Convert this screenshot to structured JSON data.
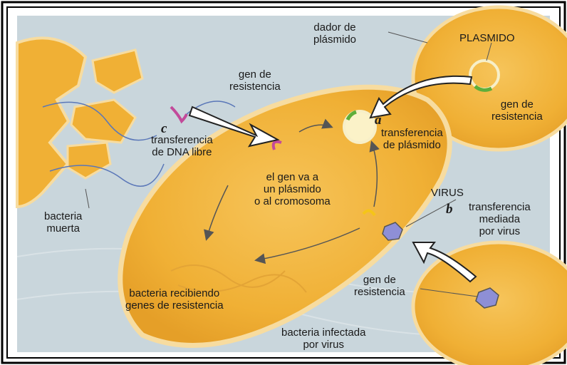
{
  "labels": {
    "dador_plasmido": "dador de\nplásmido",
    "plasmido": "PLASMIDO",
    "gen_resistencia_top": "gen de\nresistencia",
    "gen_resistencia_plasmid": "gen de\nresistencia",
    "letter_c": "c",
    "transferencia_dna": "transferencia\nde DNA libre",
    "letter_a": "a",
    "transferencia_plasmido": "transferencia\nde plásmido",
    "gen_va": "el gen va a\nun plásmido\no al cromosoma",
    "virus": "VIRUS",
    "letter_b": "b",
    "transferencia_virus": "transferencia\nmediada\npor virus",
    "bacteria_muerta": "bacteria\nmuerta",
    "bacteria_recibiendo": "bacteria recibiendo\ngenes de resistencia",
    "gen_resistencia_virus": "gen de\nresistencia",
    "bacteria_infectada": "bacteria infectada\npor virus"
  },
  "colors": {
    "background": "#c9d6dc",
    "cell_fill": "#f2b73c",
    "cell_rim": "#f7dca0",
    "gene_pink": "#c24a9a",
    "gene_green": "#5fae3a",
    "virus_blue": "#8e8fd6",
    "dna_blue": "#5a77b8"
  }
}
